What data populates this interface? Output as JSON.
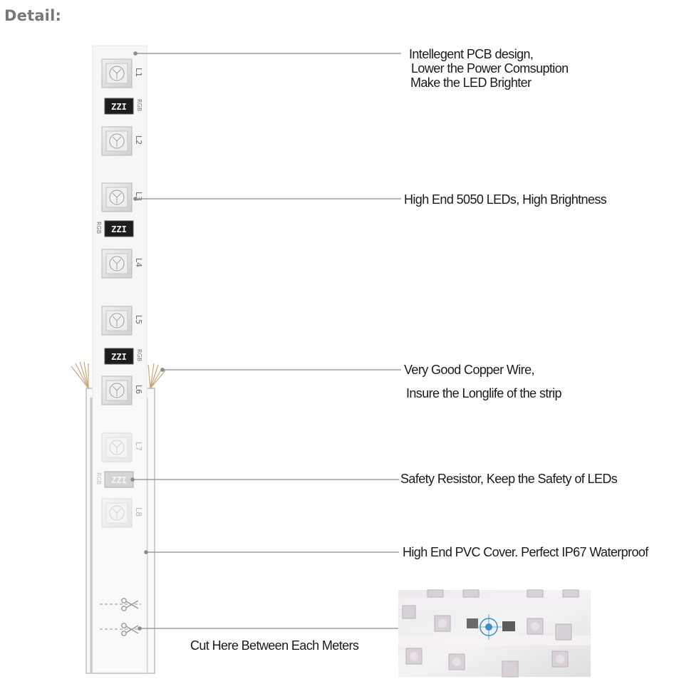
{
  "heading": "Detail:",
  "strip": {
    "led_labels": [
      "L1",
      "L2",
      "L3",
      "L4",
      "L5",
      "L6",
      "L7",
      "L8"
    ],
    "resistor_code": "ZZI",
    "resistor_tag": "RGB"
  },
  "callouts": {
    "pcb": {
      "line1": "Intellegent PCB design,",
      "line2": "Lower the Power Comsuption",
      "line3": "Make the LED Brighter"
    },
    "leds": {
      "line1": "High End 5050 LEDs, High Brightness"
    },
    "copper": {
      "line1": "Very Good Copper Wire,",
      "line2": "Insure the Longlife of the strip"
    },
    "resistor": {
      "line1": "Safety Resistor, Keep the Safety of LEDs"
    },
    "pvc": {
      "line1": "High End PVC Cover. Perfect IP67 Waterproof"
    },
    "cut": {
      "line1": "Cut Here Between Each Meters"
    }
  },
  "colors": {
    "leader_line": "#888888",
    "strip_white": "#f6f6f6",
    "led_body": "#e2e2e2",
    "resistor_body": "#1c1c1c",
    "copper_wire": "#c9a877",
    "accent_marker": "#3a8fd1"
  },
  "icons": [
    "scissors-icon",
    "scissors-icon"
  ]
}
